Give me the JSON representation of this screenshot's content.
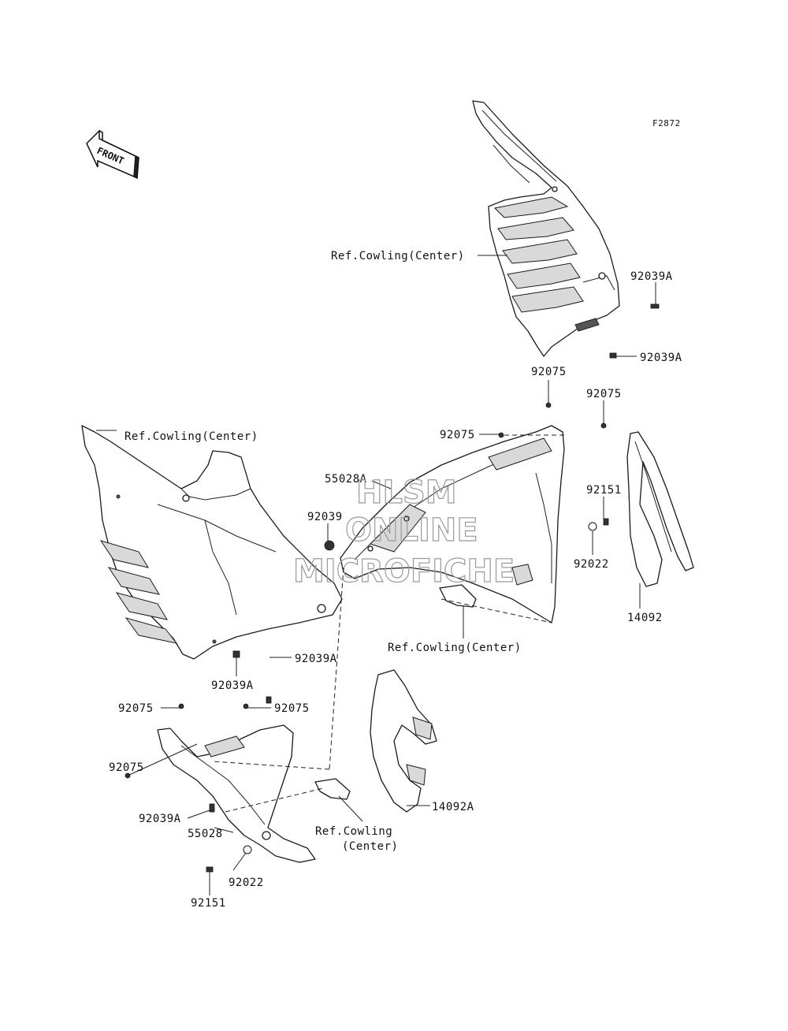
{
  "figure_code": "F2872",
  "front_label": "FRONT",
  "watermark": {
    "line1": "HLSM",
    "line2": "ONLINE",
    "line3": "MICROFICHE"
  },
  "callouts": {
    "ref_cowling_center_1": "Ref.Cowling(Center)",
    "ref_cowling_center_2": "Ref.Cowling(Center)",
    "ref_cowling_center_3": "Ref.Cowling(Center)",
    "ref_cowling_center_4_line1": "Ref.Cowling",
    "ref_cowling_center_4_line2": "(Center)",
    "p92039A_top1": "92039A",
    "p92039A_top2": "92039A",
    "p92075_a": "92075",
    "p92075_b": "92075",
    "p92075_c": "92075",
    "p55028A": "55028A",
    "p92039": "92039",
    "p92151_right": "92151",
    "p92022_right": "92022",
    "p14092": "14092",
    "p92039A_mid1": "92039A",
    "p92039A_mid2": "92039A",
    "p92075_d": "92075",
    "p92075_e": "92075",
    "p92075_f": "92075",
    "p92039A_low": "92039A",
    "p55028": "55028",
    "p14092A": "14092A",
    "p92022_low": "92022",
    "p92151_low": "92151"
  }
}
